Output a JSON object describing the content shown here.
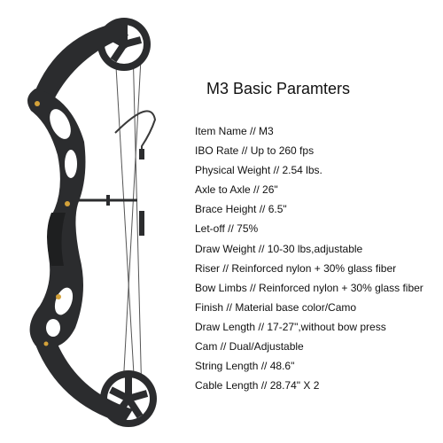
{
  "heading": "M3 Basic Paramters",
  "specs": [
    "Item Name // M3",
    "IBO Rate // Up to 260 fps",
    "Physical Weight // 2.54 lbs.",
    "Axle to Axle // 26\"",
    "Brace Height // 6.5\"",
    "Let-off // 75%",
    "Draw Weight // 10-30 lbs,adjustable",
    "Riser // Reinforced nylon + 30% glass fiber",
    "Bow Limbs // Reinforced nylon + 30% glass fiber",
    "Finish // Material base color/Camo",
    "Draw Length // 17-27\",without bow press",
    "Cam // Dual/Adjustable",
    "String Length // 48.6\"",
    "Cable Length // 28.74\" X 2"
  ],
  "colors": {
    "bow_body": "#2b2c2e",
    "bow_highlight": "#4a4c50",
    "string": "#555555",
    "accent": "#d4a23a",
    "text": "#111111"
  }
}
